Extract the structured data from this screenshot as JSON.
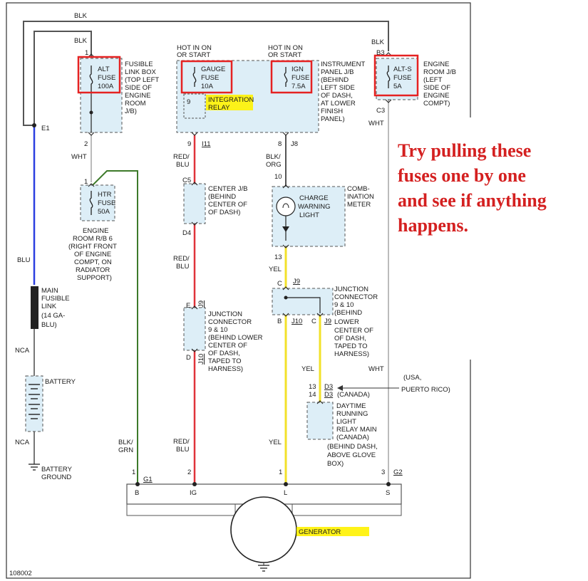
{
  "image_id": "108002",
  "note": [
    "Try pulling these",
    "fuses one by one",
    "and see if anything",
    "happens."
  ],
  "wire_colors": {
    "blk": "#555555",
    "blu": "#2b3fe0",
    "red": "#e0333a",
    "yel": "#f2e12a",
    "grn": "#3d7a2a",
    "wht": "#bbbbbb",
    "highlight_box": "#e52222",
    "highlighter": "#fff200",
    "component_fill": "#ddeef7"
  },
  "labels": {
    "blk_top": "BLK",
    "blk_left": "BLK",
    "blk_right": "BLK",
    "hot_gauge": [
      "HOT IN ON",
      "OR START"
    ],
    "hot_ign": [
      "HOT IN ON",
      "OR START"
    ],
    "pin_1": "1",
    "pin_2": "2",
    "pin_b3": "B3",
    "pin_c3": "C3",
    "pin_e1": "E1",
    "wht_left": "WHT",
    "wht_right": "WHT",
    "wht_right2": "WHT",
    "pin_9": "9",
    "pin_9_bottom": "9",
    "pin_i11": "I11",
    "pin_j8_top": "8",
    "pin_j8": "J8",
    "red_blu_1": [
      "RED/",
      "BLU"
    ],
    "red_blu_2": [
      "RED/",
      "BLU"
    ],
    "red_blu_3": [
      "RED/",
      "BLU"
    ],
    "blk_org": [
      "BLK/",
      "ORG"
    ],
    "pin_10": "10",
    "pin_13": "13",
    "yel_1": "YEL",
    "yel_2": "YEL",
    "yel_3": "YEL",
    "blu": "BLU",
    "nca_1": "NCA",
    "nca_2": "NCA",
    "blk_grn": [
      "BLK/",
      "GRN"
    ],
    "pin_c5": "C5",
    "pin_d4": "D4",
    "pin_e": "E",
    "pin_d": "D",
    "pin_j9_rot": "J9",
    "pin_j10_rot": "J10",
    "pin_c": "C",
    "pin_b": "B",
    "pin_j9": "J9",
    "pin_j10": "J10",
    "pin_c2": "C",
    "pin_j9b": "J9",
    "pin_13b": "13",
    "pin_14": "14",
    "pin_d3a": "D3",
    "pin_d3b": "D3",
    "canada_tag": "(CANADA)",
    "usa": [
      "(USA,",
      "PUERTO RICO)"
    ],
    "gen_pin_1": "1",
    "gen_pin_g1": "G1",
    "gen_pin_2": "2",
    "gen_pin_1b": "1",
    "gen_pin_3": "3",
    "gen_pin_g2": "G2",
    "gen_b": "B",
    "gen_ig": "IG",
    "gen_l": "L",
    "gen_s": "S"
  },
  "components": {
    "alt_fuse": [
      "ALT",
      "FUSE",
      "100A"
    ],
    "fusible_link_box": [
      "FUSIBLE",
      "LINK BOX",
      "(TOP LEFT",
      "SIDE OF",
      "ENGINE",
      "ROOM",
      "J/B)"
    ],
    "gauge_fuse": [
      "GAUGE",
      "FUSE",
      "10A"
    ],
    "integration_relay": [
      "INTEGRATION",
      "RELAY"
    ],
    "ign_fuse": [
      "IGN",
      "FUSE",
      "7.5A"
    ],
    "instrument_panel_jb": [
      "INSTRUMENT",
      "PANEL J/B",
      "(BEHIND",
      "LEFT SIDE",
      "OF DASH,",
      "AT LOWER",
      "FINISH",
      "PANEL)"
    ],
    "alt_s_fuse": [
      "ALT-S",
      "FUSE",
      "5A"
    ],
    "engine_room_jb": [
      "ENGINE",
      "ROOM J/B",
      "(LEFT",
      "SIDE OF",
      "ENGINE",
      "COMPT)"
    ],
    "htr_fuse": [
      "HTR",
      "FUSE",
      "50A"
    ],
    "engine_room_rb6": [
      "ENGINE",
      "ROOM R/B 6",
      "(RIGHT FRONT",
      "OF ENGINE",
      "COMPT, ON",
      "RADIATOR",
      "SUPPORT)"
    ],
    "center_jb": [
      "CENTER J/B",
      "(BEHIND",
      "CENTER OF",
      "OF DASH)"
    ],
    "charge_warning": [
      "CHARGE",
      "WARNING",
      "LIGHT"
    ],
    "combination_meter": [
      "COMB-",
      "INATION",
      "METER"
    ],
    "jc_left": [
      "JUNCTION",
      "CONNECTOR",
      "9 & 10",
      "(BEHIND LOWER",
      "CENTER OF",
      "OF DASH,",
      "TAPED TO",
      "HARNESS)"
    ],
    "jc_right": [
      "JUNCTION",
      "CONNECTOR",
      "9 & 10",
      "(BEHIND",
      "LOWER",
      "CENTER OF",
      "OF DASH,",
      "TAPED TO",
      "HARNESS)"
    ],
    "main_fusible_link": [
      "MAIN",
      "FUSIBLE",
      "LINK",
      "(14 GA-",
      "BLU)"
    ],
    "battery": "BATTERY",
    "battery_ground": [
      "BATTERY",
      "GROUND"
    ],
    "drl_relay": [
      "DAYTIME",
      "RUNNING",
      "LIGHT",
      "RELAY MAIN",
      "(CANADA)",
      "(BEHIND DASH,",
      "ABOVE GLOVE",
      "BOX)"
    ],
    "generator": "GENERATOR"
  }
}
